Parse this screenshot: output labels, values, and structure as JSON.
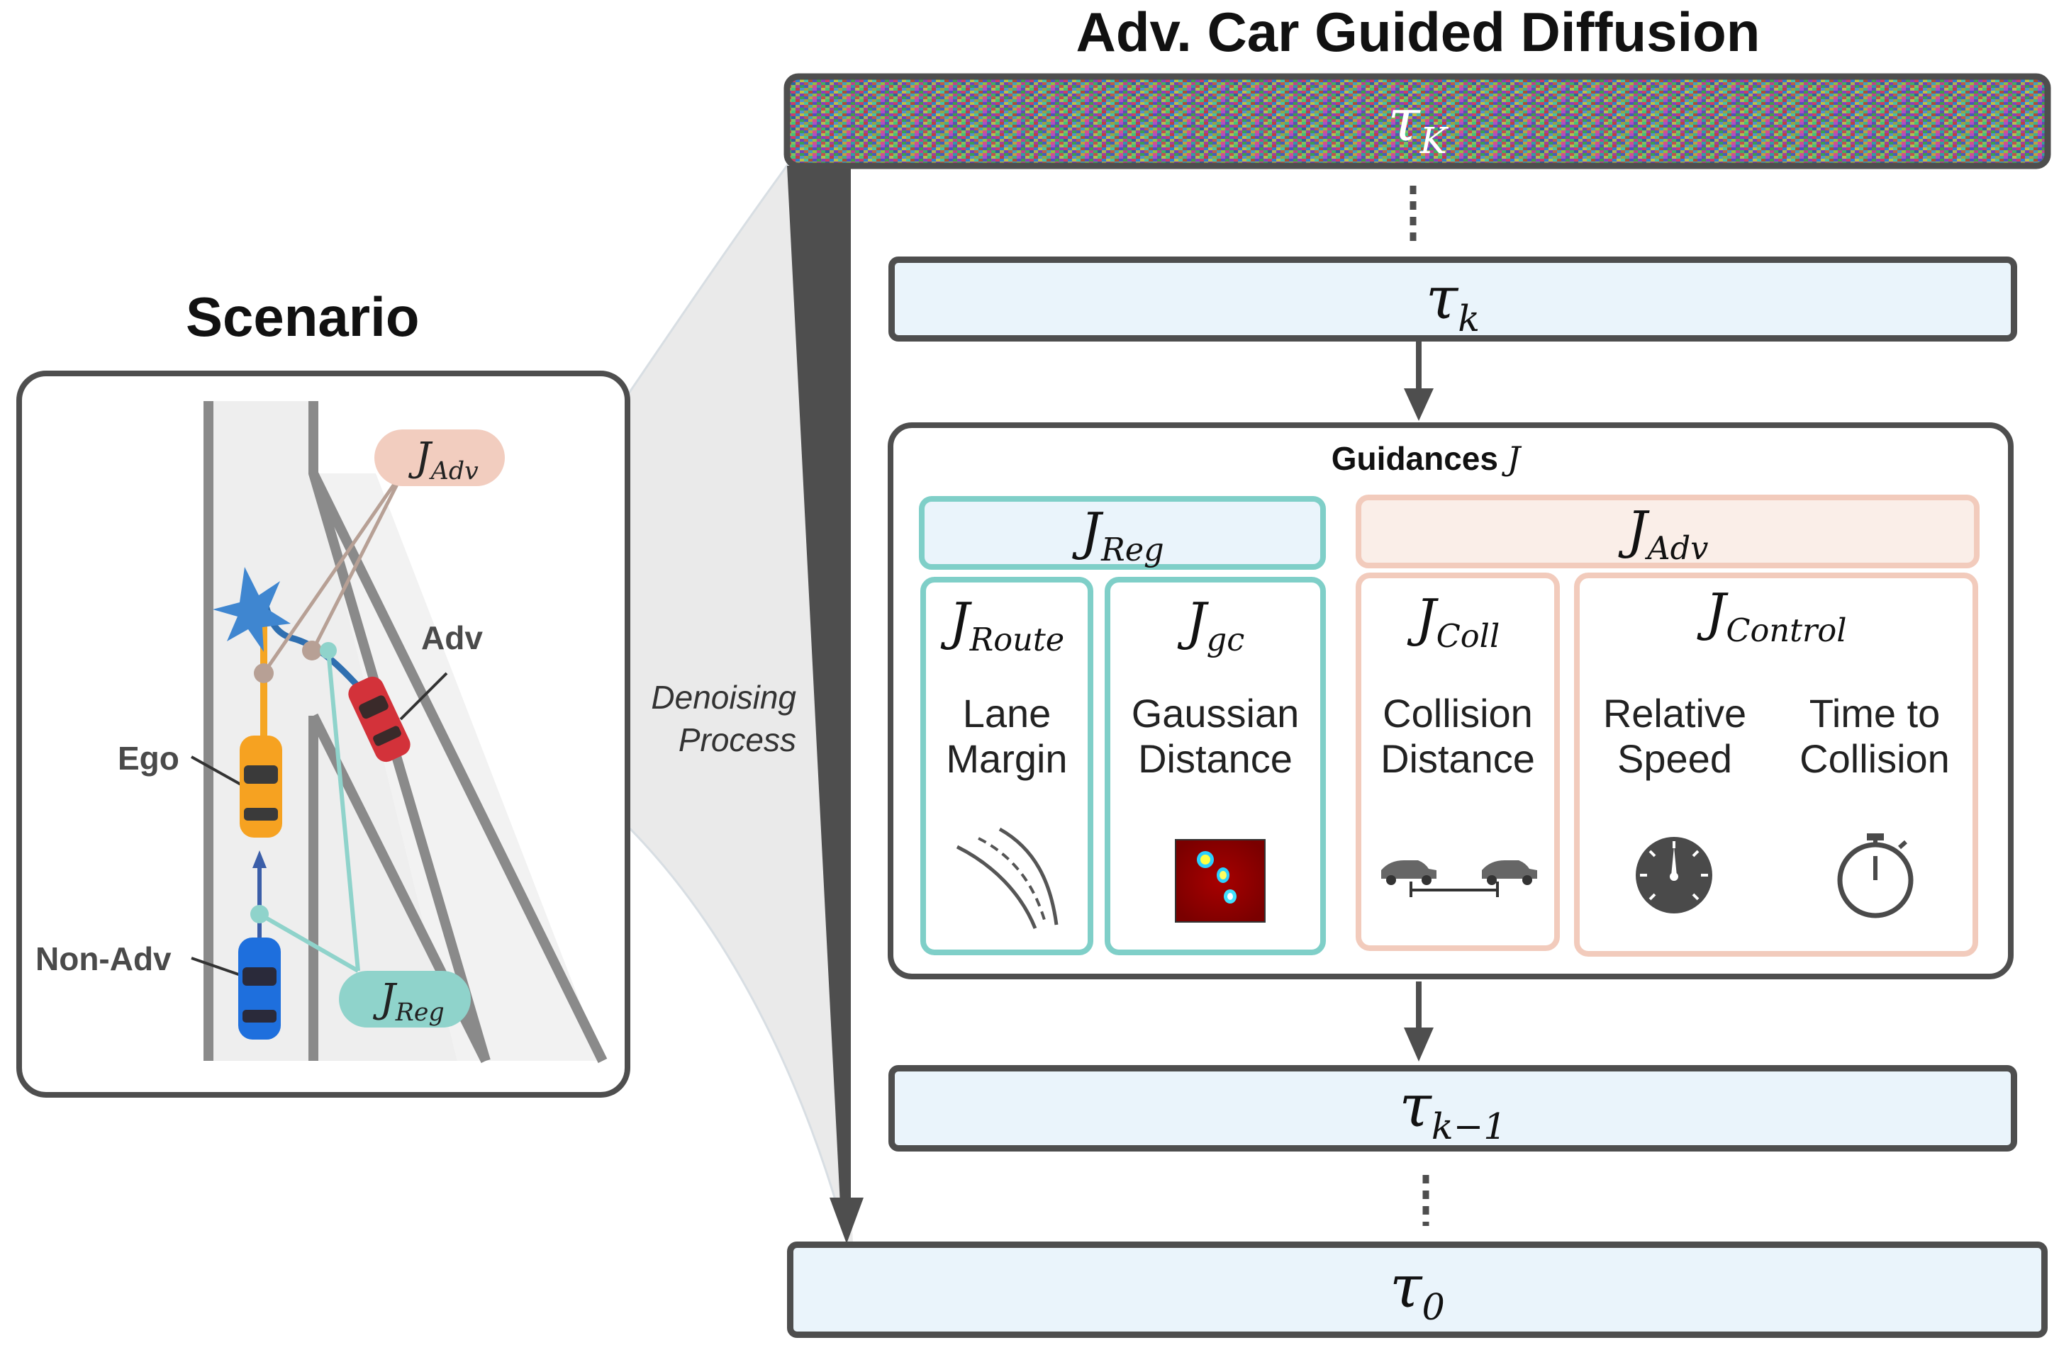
{
  "scenario": {
    "title": "Scenario",
    "labels": {
      "adv": "Adv",
      "ego": "Ego",
      "non_adv": "Non-Adv"
    },
    "bubbles": {
      "j_adv": {
        "J": "J",
        "sub": "Adv"
      },
      "j_reg": {
        "J": "J",
        "sub": "Reg"
      }
    }
  },
  "process_label": {
    "line1": "Denoising",
    "line2": "Process"
  },
  "diffusion": {
    "title": "Adv. Car Guided Diffusion",
    "tau_K": {
      "sym": "τ",
      "sub": "K"
    },
    "tau_k": {
      "sym": "τ",
      "sub": "k"
    },
    "tau_k_minus_1": {
      "sym": "τ",
      "sub": "k−1"
    },
    "tau_0": {
      "sym": "τ",
      "sub": "0"
    },
    "guidances": {
      "title": "Guidances",
      "title_sym": "J",
      "reg_header": {
        "J": "J",
        "sub": "Reg"
      },
      "adv_header": {
        "J": "J",
        "sub": "Adv"
      },
      "items": [
        {
          "J": "J",
          "sub": "Route",
          "line1": "Lane",
          "line2": "Margin",
          "icon": "lane-curve-icon"
        },
        {
          "J": "J",
          "sub": "gc",
          "line1": "Gaussian",
          "line2": "Distance",
          "icon": "heatmap-icon"
        },
        {
          "J": "J",
          "sub": "Coll",
          "line1": "Collision",
          "line2": "Distance",
          "icon": "two-cars-icon"
        },
        {
          "J": "J",
          "sub": "Control"
        }
      ],
      "control_items": [
        {
          "line1": "Relative",
          "line2": "Speed",
          "icon": "speedometer-icon"
        },
        {
          "line1": "Time to",
          "line2": "Collision",
          "icon": "stopwatch-icon"
        }
      ]
    }
  },
  "colors": {
    "teal": "#7fcfc8",
    "salmon": "#f2cbbc",
    "box_fill": "#eaf4fb",
    "dark": "#4e4e4e"
  }
}
